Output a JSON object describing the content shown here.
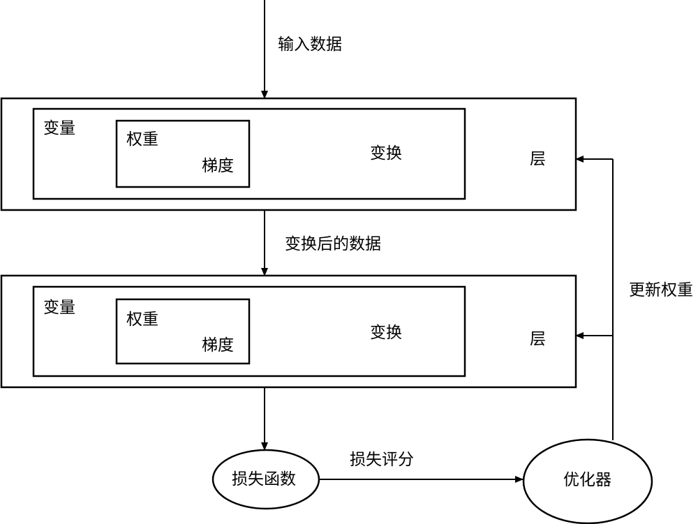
{
  "flow": {
    "input_label": "输入数据",
    "transformed_label": "变换后的数据",
    "loss_score_label": "损失评分",
    "update_weights_label": "更新权重"
  },
  "layers": [
    {
      "layer_label": "层",
      "variable_label": "变量",
      "weights_label": "权重",
      "gradient_label": "梯度",
      "transform_label": "变换"
    },
    {
      "layer_label": "层",
      "variable_label": "变量",
      "weights_label": "权重",
      "gradient_label": "梯度",
      "transform_label": "变换"
    }
  ],
  "loss_function": {
    "label": "损失函数"
  },
  "optimizer": {
    "label": "优化器"
  }
}
